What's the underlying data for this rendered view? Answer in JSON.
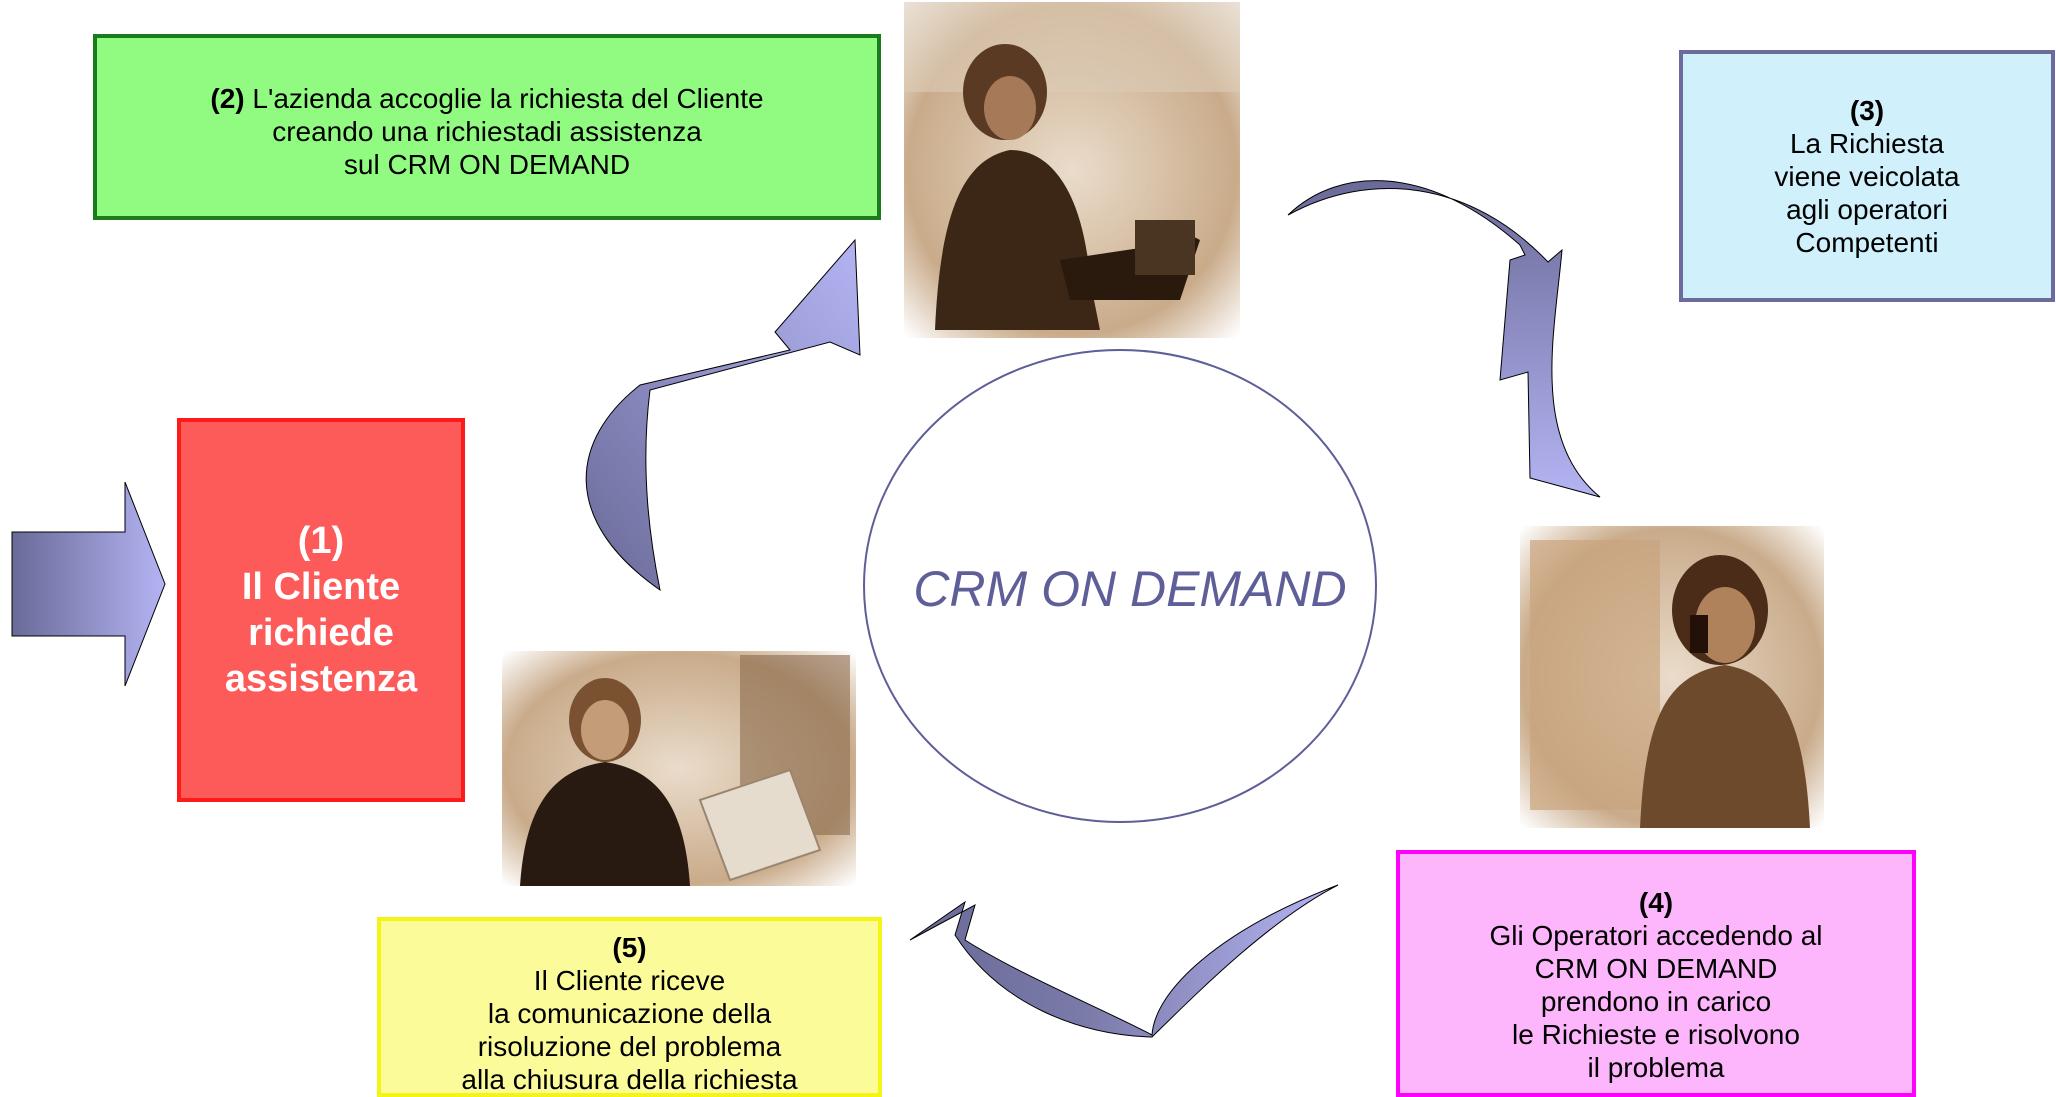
{
  "center": {
    "label": "CRM ON DEMAND"
  },
  "steps": {
    "step1": {
      "number": "(1)",
      "lines": [
        "Il Cliente",
        "richiede",
        "assistenza"
      ]
    },
    "step2": {
      "number": "(2)",
      "first_line_text": " L'azienda accoglie la richiesta del Cliente",
      "lines": [
        "creando una richiestadi assistenza",
        "sul CRM ON DEMAND"
      ]
    },
    "step3": {
      "number": "(3)",
      "lines": [
        "La Richiesta",
        "viene veicolata",
        "agli operatori",
        "Competenti"
      ]
    },
    "step4": {
      "number": "(4)",
      "lines": [
        "Gli Operatori accedendo al",
        "CRM ON DEMAND",
        "prendono in carico",
        "le Richieste e risolvono",
        "il problema"
      ]
    },
    "step5": {
      "number": "(5)",
      "lines": [
        "Il Cliente riceve",
        "la comunicazione della",
        "risoluzione del problema",
        "alla chiusura della richiesta"
      ]
    }
  },
  "colors": {
    "step1_fill": "#fd5a5a",
    "step1_border": "#ff1a1a",
    "step2_fill": "#90fb80",
    "step2_border": "#1c7b1c",
    "step3_fill": "#d0f1fb",
    "step3_border": "#6c6c9c",
    "step4_fill": "#fdb5fb",
    "step4_border": "#ff00ff",
    "step5_fill": "#fbfb99",
    "step5_border": "#f5f515",
    "arrow_dark": "#6a6a98",
    "arrow_light": "#b4b4f4",
    "circle_stroke": "#5e5e98",
    "sepia": "#a98463"
  },
  "photos": {
    "top": "photo-woman-with-laptop",
    "right": "photo-woman-on-phone-in-car",
    "bottom": "photo-woman-at-computer"
  }
}
